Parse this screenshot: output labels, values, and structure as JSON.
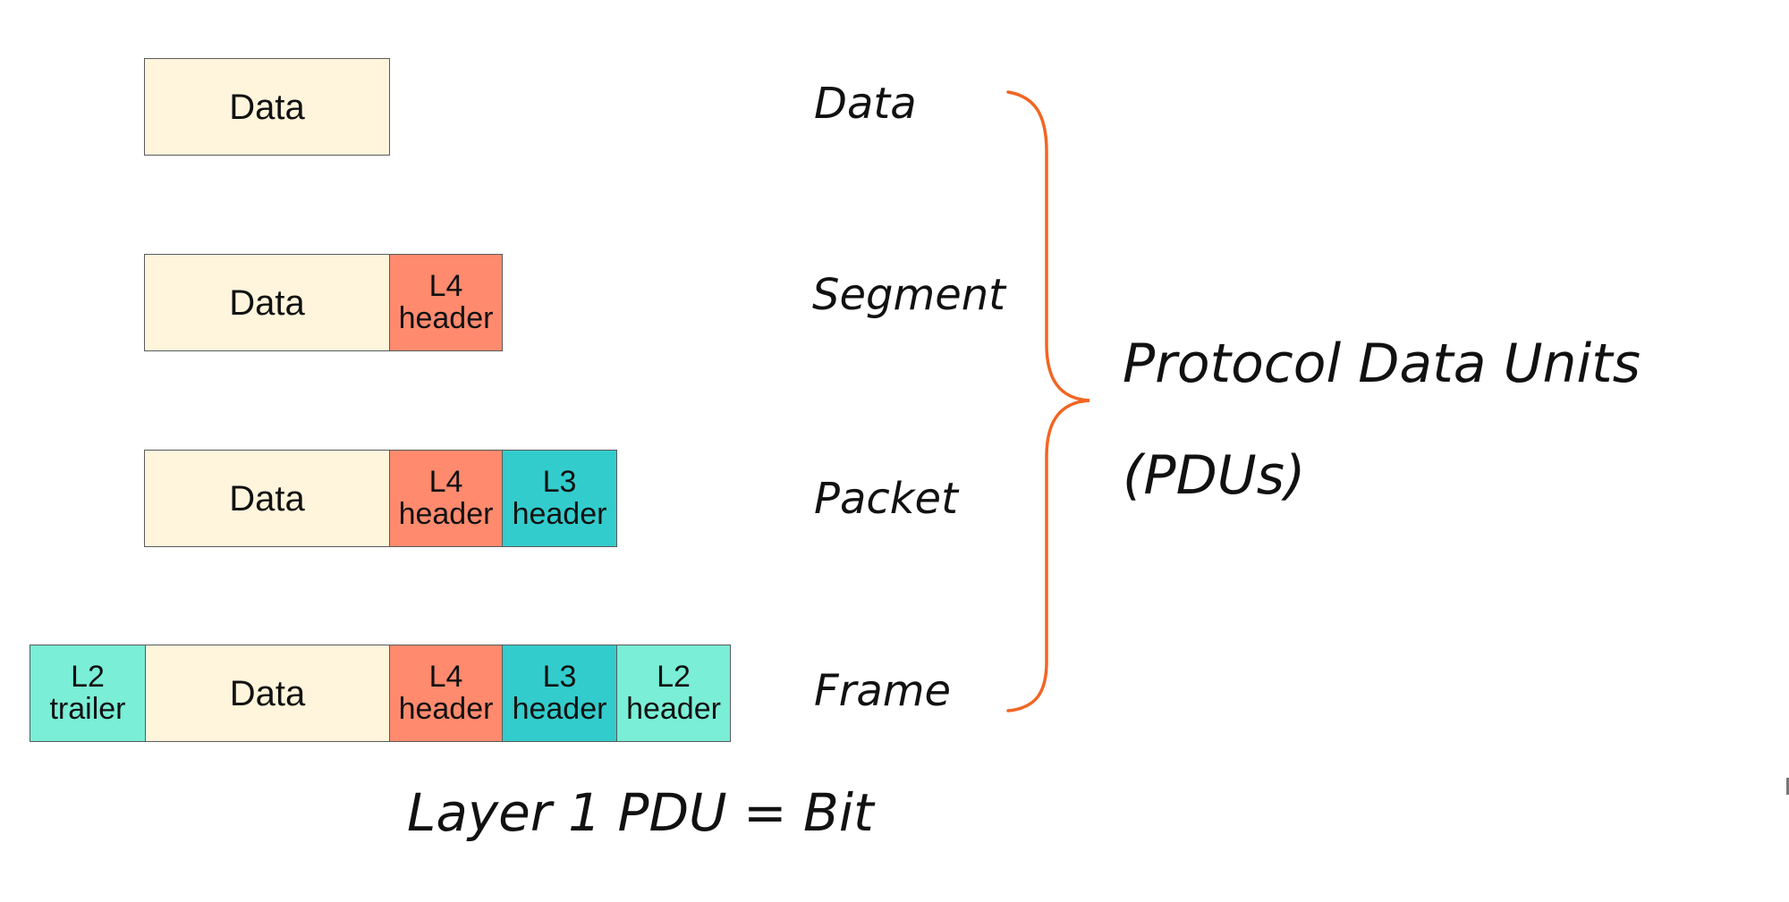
{
  "colors": {
    "data": "#fff5dc",
    "l4_header": "#ff8a6e",
    "l3_header": "#33cccc",
    "l2": "#7aeed6",
    "brace": "#f26522"
  },
  "rows": [
    {
      "pdu_name": "Data",
      "cells": [
        {
          "kind": "data",
          "line1": "Data",
          "line2": ""
        }
      ]
    },
    {
      "pdu_name": "Segment",
      "cells": [
        {
          "kind": "data",
          "line1": "Data",
          "line2": ""
        },
        {
          "kind": "l4_header",
          "line1": "L4",
          "line2": "header"
        }
      ]
    },
    {
      "pdu_name": "Packet",
      "cells": [
        {
          "kind": "data",
          "line1": "Data",
          "line2": ""
        },
        {
          "kind": "l4_header",
          "line1": "L4",
          "line2": "header"
        },
        {
          "kind": "l3_header",
          "line1": "L3",
          "line2": "header"
        }
      ]
    },
    {
      "pdu_name": "Frame",
      "cells": [
        {
          "kind": "l2",
          "line1": "L2",
          "line2": "trailer"
        },
        {
          "kind": "data",
          "line1": "Data",
          "line2": ""
        },
        {
          "kind": "l4_header",
          "line1": "L4",
          "line2": "header"
        },
        {
          "kind": "l3_header",
          "line1": "L3",
          "line2": "header"
        },
        {
          "kind": "l2",
          "line1": "L2",
          "line2": "header"
        }
      ]
    }
  ],
  "title": {
    "line1": "Protocol Data Units",
    "line2": "(PDUs)"
  },
  "footer": "Layer 1 PDU = Bit"
}
